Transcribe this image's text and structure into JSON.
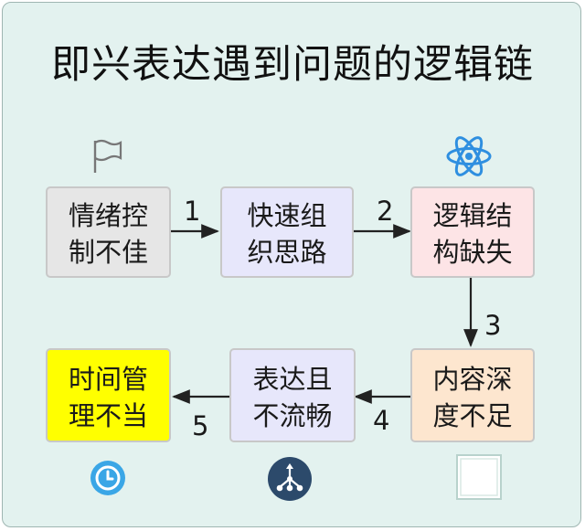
{
  "title": "即兴表达遇到问题的逻辑链",
  "boxes": [
    {
      "label": "情绪控\n制不佳",
      "fill": "#e6e6e6"
    },
    {
      "label": "快速组\n织思路",
      "fill": "#e7e7fb"
    },
    {
      "label": "逻辑结\n构缺失",
      "fill": "#fde4e6"
    },
    {
      "label": "内容深\n度不足",
      "fill": "#fde6cf"
    },
    {
      "label": "表达且\n不流畅",
      "fill": "#e7e7fb"
    },
    {
      "label": "时间管\n理不当",
      "fill": "#ffff00"
    }
  ],
  "steps": [
    "1",
    "2",
    "3",
    "4",
    "5"
  ],
  "icons": [
    "flag-icon",
    "atom-icon",
    "clock-icon",
    "hierarchy-icon",
    "square-outline-icon"
  ],
  "colors": {
    "background": "#e3f2ef",
    "box_border": "#c8c8c8",
    "arrow": "#222222",
    "atom": "#2f8fe0",
    "clock": "#3aa6e6",
    "hierarchy": "#2c4a6b"
  }
}
